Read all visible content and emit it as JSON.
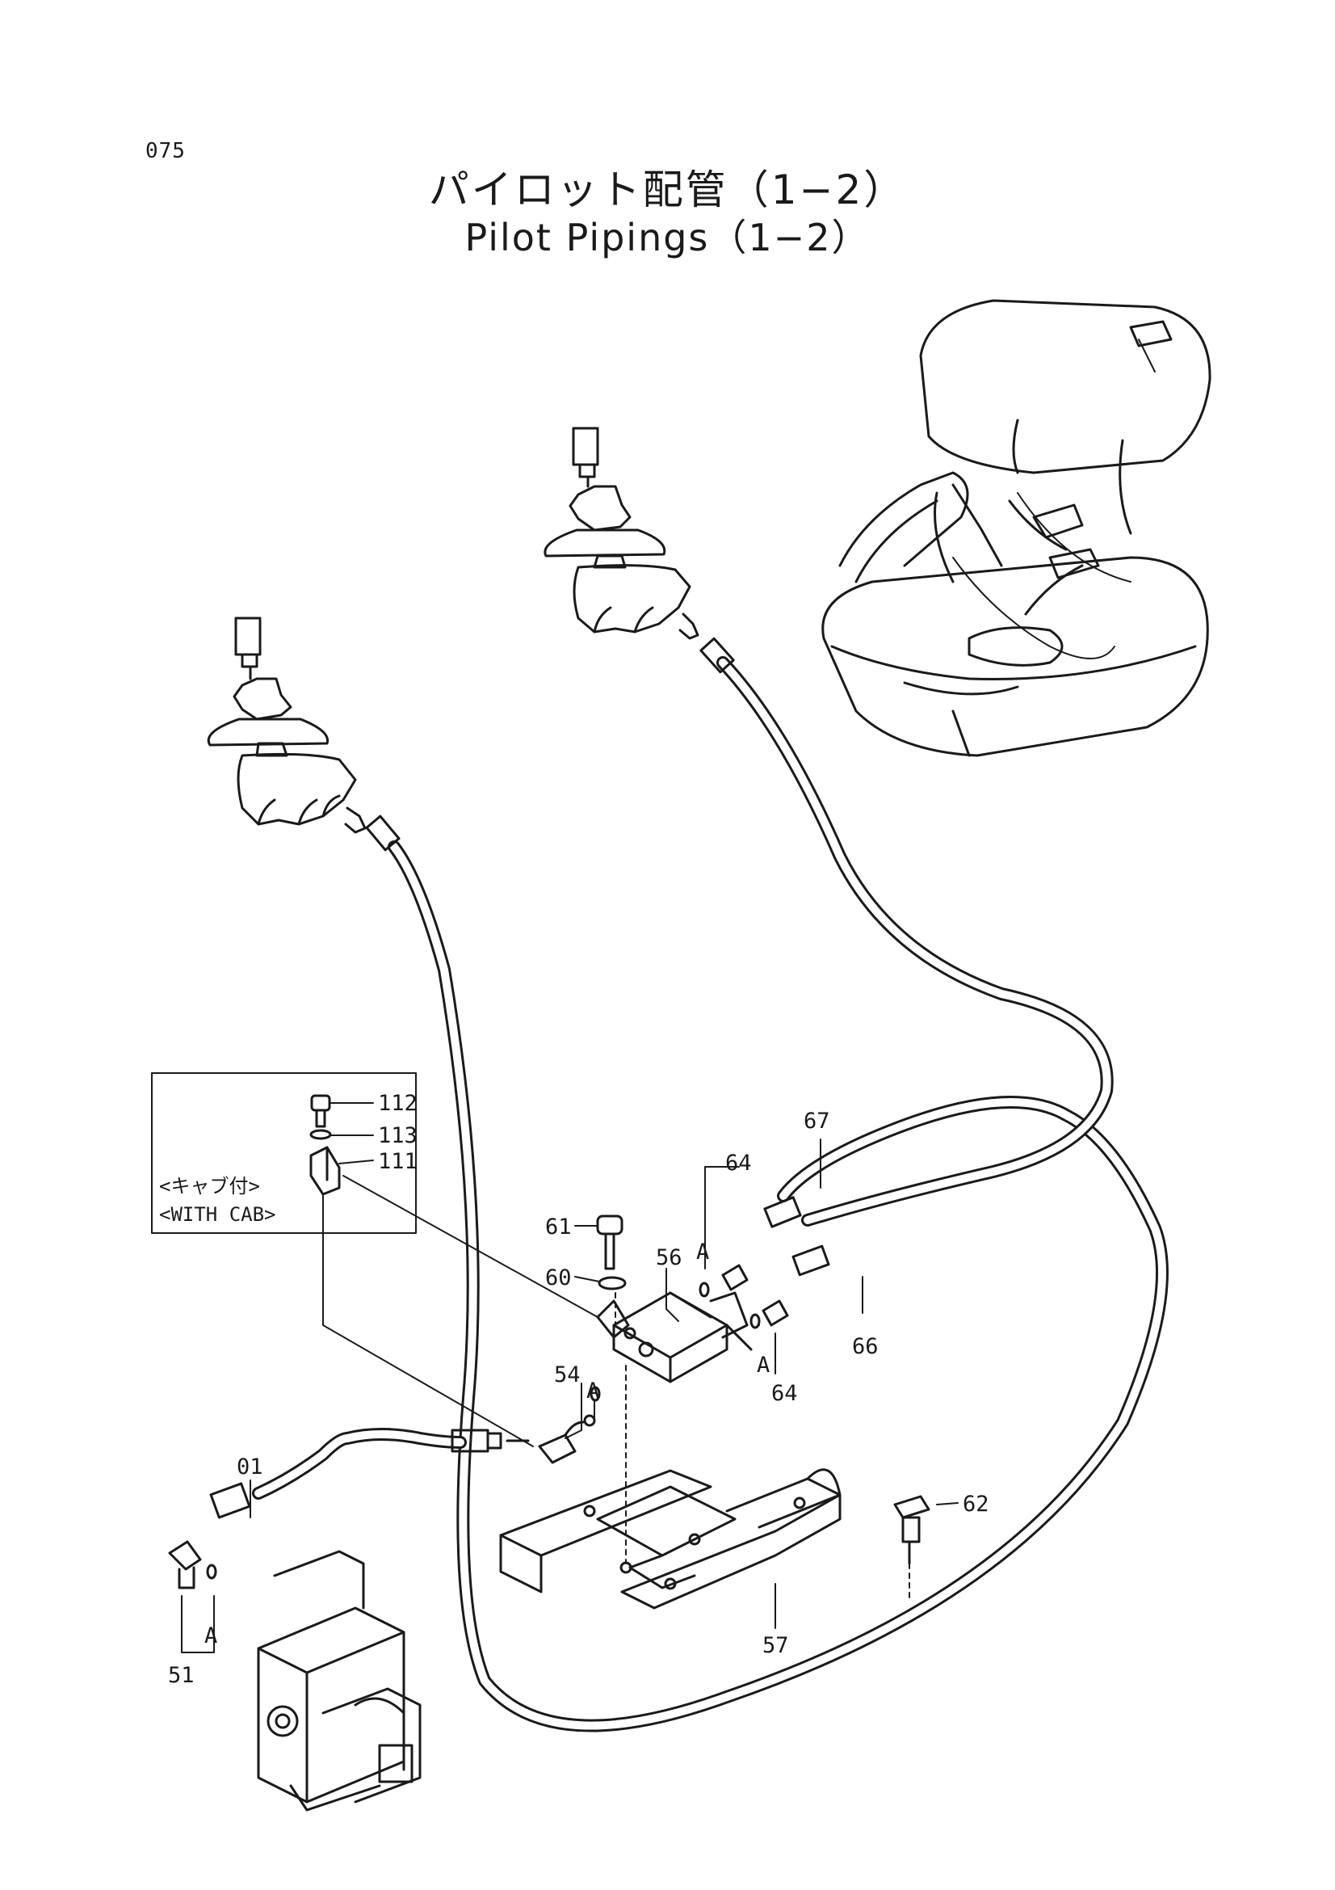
{
  "page": {
    "number": "075",
    "title_jp": "パイロット配管（1−2）",
    "title_en": "Pilot Pipings（1−2）"
  },
  "inset": {
    "label_jp": "<キャブ付>",
    "label_en": "<WITH  CAB>"
  },
  "callouts": {
    "p01": "01",
    "p51": "51",
    "p54": "54",
    "p56": "56",
    "p57": "57",
    "p60": "60",
    "p61": "61",
    "p62": "62",
    "p64a": "64",
    "p64b": "64",
    "p66": "66",
    "p67": "67",
    "p111": "111",
    "p112": "112",
    "p113": "113",
    "markA1": "A",
    "markA2": "A",
    "markA3": "A",
    "markA4": "A"
  },
  "colors": {
    "ink": "#1a1a1a",
    "paper": "#ffffff"
  }
}
